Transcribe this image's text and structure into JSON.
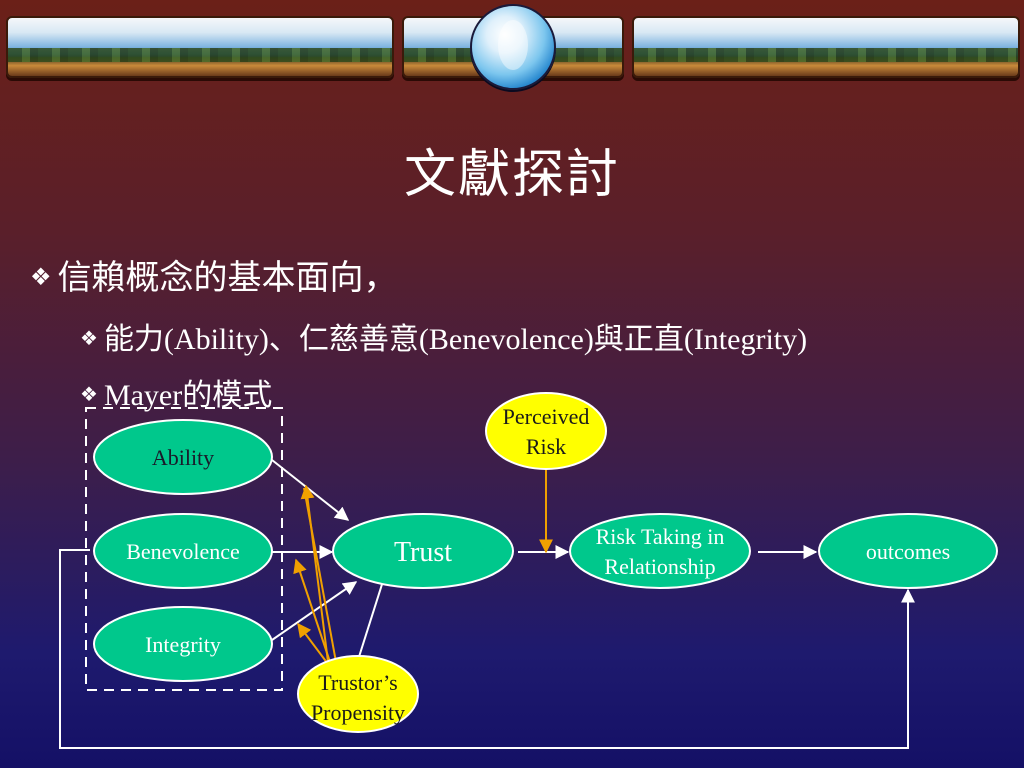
{
  "slide": {
    "title": "文獻探討",
    "bullets": [
      {
        "level": 1,
        "text": "信賴概念的基本面向，"
      },
      {
        "level": 2,
        "text": "能力(Ability)、仁慈善意(Benevolence)與正直(Integrity)"
      },
      {
        "level": 2,
        "text": "Mayer的模式"
      }
    ]
  },
  "diagram": {
    "nodes": {
      "ability": "Ability",
      "benevolence": "Benevolence",
      "integrity": "Integrity",
      "trust": "Trust",
      "perceived_risk_line1": "Perceived",
      "perceived_risk_line2": "Risk",
      "risk_taking_line1": "Risk Taking in",
      "risk_taking_line2": "Relationship",
      "outcomes": "outcomes",
      "propensity_line1": "Trustor’s",
      "propensity_line2": "Propensity"
    },
    "colors": {
      "green_node": "#00c88c",
      "yellow_node": "#ffff00",
      "orange_arrow": "#f0a000"
    }
  }
}
